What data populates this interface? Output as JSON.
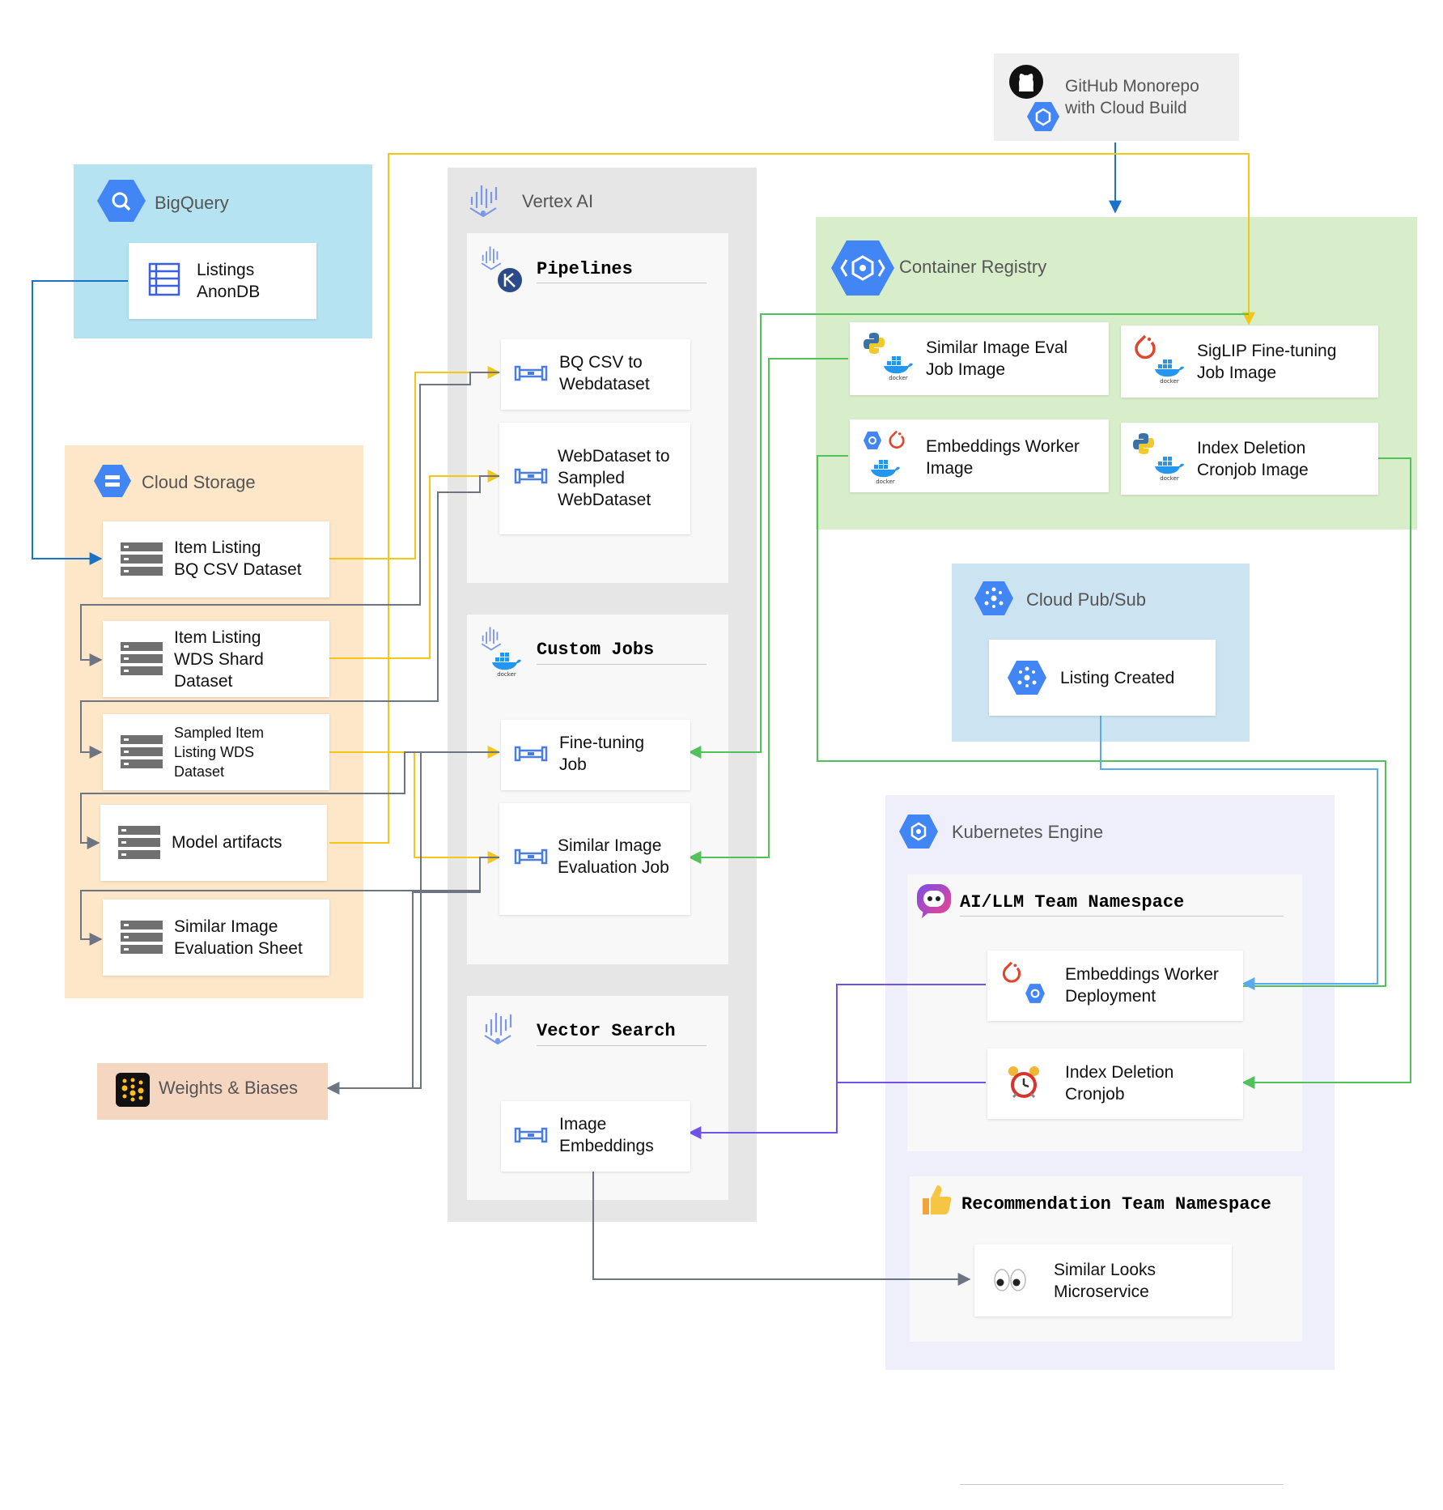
{
  "colors": {
    "bigquery_bg": "#b5e3f1",
    "storage_bg": "#fee6c8",
    "vertex_bg": "#e6e6e6",
    "registry_bg": "#d8eecb",
    "pubsub_bg": "#cce3f2",
    "gke_bg": "#eeeffb",
    "wandb_bg": "#f5d6c1",
    "github_bg": "#efefef",
    "wire_yellow": "#f5c518",
    "wire_gray": "#6e7582",
    "wire_green": "#52c15a",
    "wire_blue": "#1a73c7",
    "wire_lightblue": "#5aaaf0",
    "wire_purple": "#7052e8",
    "gcp_blue": "#4285f4"
  },
  "github": {
    "title": "GitHub Monorepo\nwith Cloud Build",
    "icons": [
      "github-icon",
      "cloud-build-icon"
    ]
  },
  "bigquery": {
    "title": "BigQuery",
    "icon": "bigquery-icon",
    "items": [
      {
        "label": "Listings\nAnonDB",
        "icon": "table-icon"
      }
    ]
  },
  "cloud_storage": {
    "title": "Cloud Storage",
    "icon": "cloud-storage-icon",
    "items": [
      {
        "label": "Item Listing\nBQ CSV Dataset",
        "icon": "storage-bucket-icon"
      },
      {
        "label": "Item Listing\nWDS Shard\nDataset",
        "icon": "storage-bucket-icon"
      },
      {
        "label": "Sampled Item\nListing WDS\nDataset",
        "icon": "storage-bucket-icon"
      },
      {
        "label": "Model artifacts",
        "icon": "storage-bucket-icon"
      },
      {
        "label": "Similar Image\nEvaluation Sheet",
        "icon": "storage-bucket-icon"
      }
    ]
  },
  "wandb": {
    "title": "Weights & Biases",
    "icon": "wandb-icon"
  },
  "vertex": {
    "title": "Vertex AI",
    "icon": "vertex-ai-icon",
    "pipelines": {
      "title": "Pipelines",
      "icon": "kubeflow-icon",
      "items": [
        {
          "label": "BQ CSV to\nWebdataset",
          "icon": "pipeline-step-icon"
        },
        {
          "label": "WebDataset to\nSampled\nWebDataset",
          "icon": "pipeline-step-icon"
        }
      ]
    },
    "custom_jobs": {
      "title": "Custom Jobs",
      "icon": "docker-icon",
      "items": [
        {
          "label": "Fine-tuning\nJob",
          "icon": "job-icon"
        },
        {
          "label": "Similar Image\nEvaluation Job",
          "icon": "job-icon"
        }
      ]
    },
    "vector_search": {
      "title": "Vector Search",
      "icon": "vector-search-icon",
      "items": [
        {
          "label": "Image\nEmbeddings",
          "icon": "index-icon"
        }
      ]
    }
  },
  "registry": {
    "title": "Container Registry",
    "icon": "container-registry-icon",
    "items": [
      {
        "label": "Similar Image Eval\nJob Image",
        "icons": [
          "python-icon",
          "docker-icon"
        ]
      },
      {
        "label": "SigLIP Fine-tuning\nJob Image",
        "icons": [
          "pytorch-icon",
          "docker-icon"
        ]
      },
      {
        "label": "Embeddings Worker\nImage",
        "icons": [
          "kubernetes-icon",
          "pytorch-icon",
          "docker-icon"
        ]
      },
      {
        "label": "Index Deletion\nCronjob Image",
        "icons": [
          "python-icon",
          "docker-icon"
        ]
      }
    ]
  },
  "pubsub": {
    "title": "Cloud Pub/Sub",
    "icon": "pubsub-icon",
    "items": [
      {
        "label": "Listing Created",
        "icon": "pubsub-topic-icon"
      }
    ]
  },
  "gke": {
    "title": "Kubernetes Engine",
    "icon": "gke-icon",
    "ai_ns": {
      "title": "AI/LLM Team Namespace",
      "icon": "robot-face-icon",
      "items": [
        {
          "label": "Embeddings Worker\nDeployment",
          "icons": [
            "pytorch-icon",
            "kubernetes-icon"
          ]
        },
        {
          "label": "Index Deletion\nCronjob",
          "icon": "alarm-clock-icon"
        }
      ]
    },
    "rec_ns": {
      "title": "Recommendation Team Namespace",
      "icon": "thumbs-up-icon",
      "items": [
        {
          "label": "Similar Looks\nMicroservice",
          "icon": "eyes-icon"
        }
      ]
    }
  }
}
